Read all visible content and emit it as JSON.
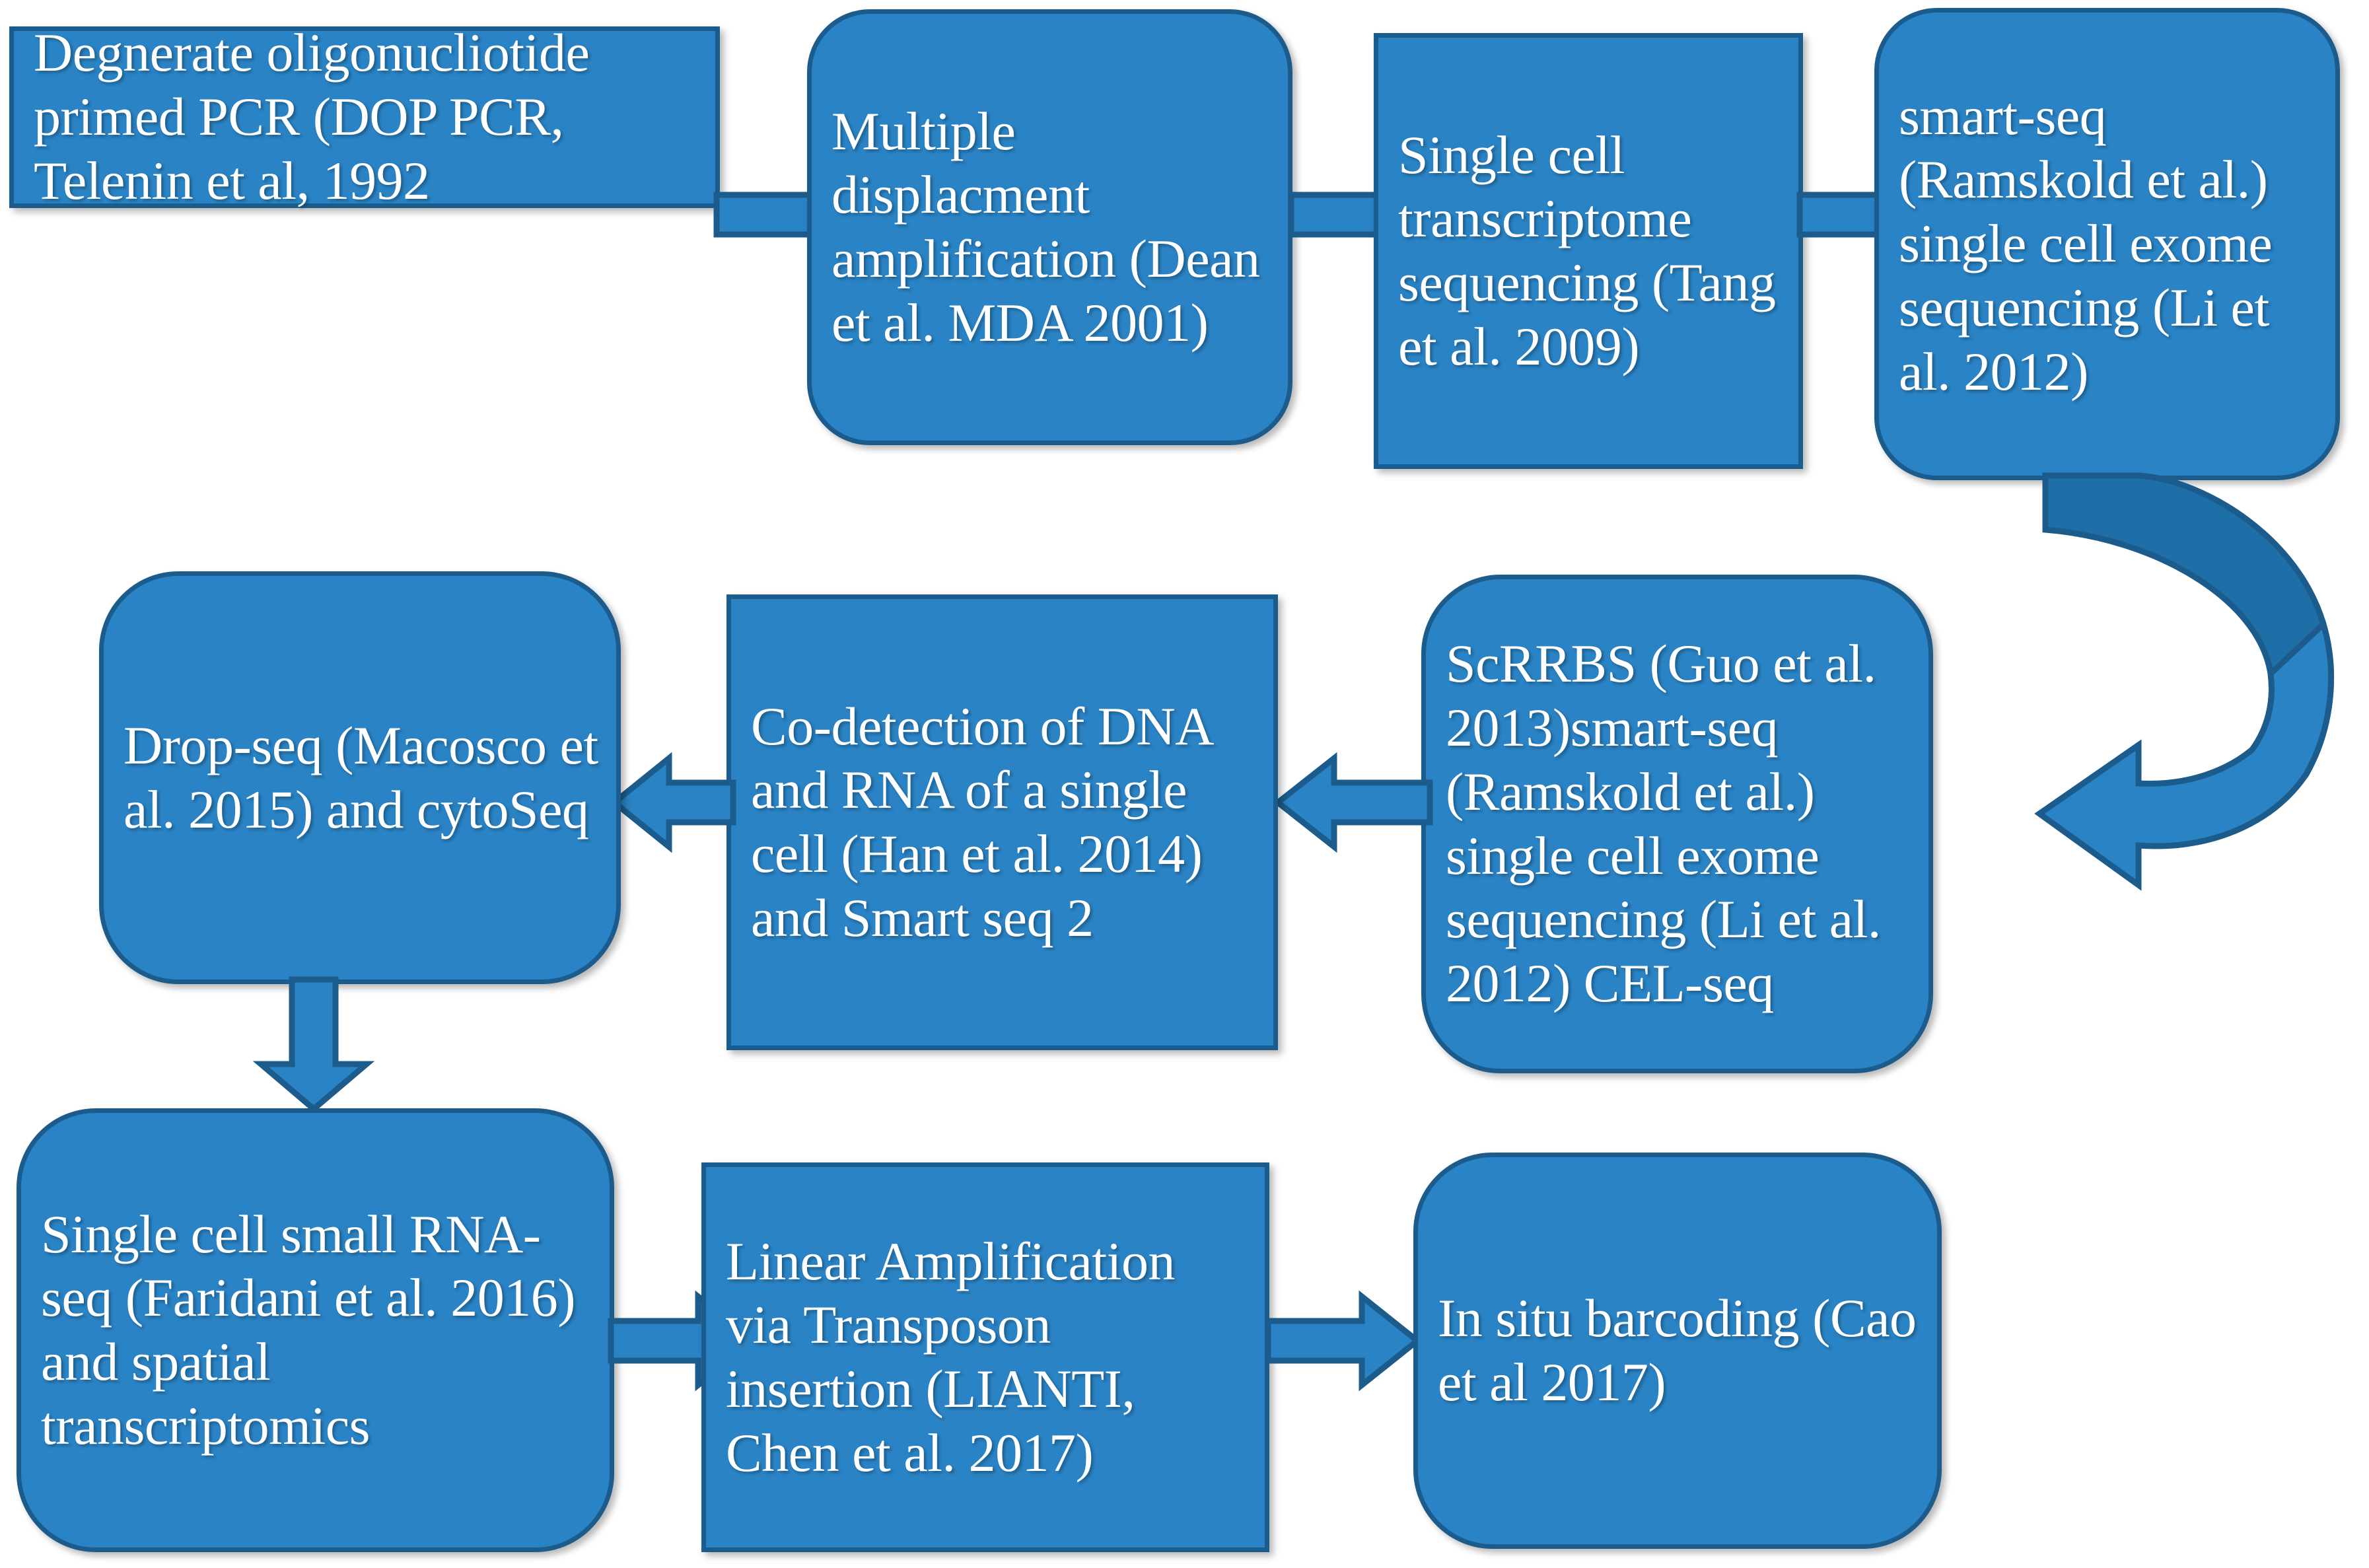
{
  "diagram": {
    "title": "Single cell sequencing methods timeline flowchart",
    "colors": {
      "node_fill": "#2a83c4",
      "node_border": "#1c5c8c",
      "node_text": "#ffffff",
      "arrow_fill": "#2a83c4",
      "arrow_fill_dark": "#1e6fa8",
      "background": "#ffffff"
    },
    "nodes": [
      {
        "id": "dop-pcr",
        "label": "Degnerate oligonucliotide primed PCR (DOP PCR, Telenin et al, 1992",
        "shape": "rectangle"
      },
      {
        "id": "mda",
        "label": "Multiple displacment amplification (Dean et al. MDA 2001)",
        "shape": "rounded-rectangle"
      },
      {
        "id": "sc-transcriptome",
        "label": "Single cell transcriptome sequencing (Tang et al. 2009)",
        "shape": "rectangle"
      },
      {
        "id": "smart-seq",
        "label": "smart-seq (Ramskold et al.) single cell exome sequencing (Li et al. 2012)",
        "shape": "rounded-rectangle"
      },
      {
        "id": "scrrbs",
        "label": "ScRRBS (Guo et al. 2013)smart-seq (Ramskold et al.) single cell exome sequencing (Li et al. 2012) CEL-seq",
        "shape": "rounded-rectangle"
      },
      {
        "id": "co-detection",
        "label": "Co-detection of DNA and RNA of a single cell (Han et al. 2014) and Smart seq 2",
        "shape": "rectangle"
      },
      {
        "id": "drop-seq",
        "label": "Drop-seq (Macosco et al. 2015) and cytoSeq",
        "shape": "rounded-rectangle"
      },
      {
        "id": "sc-small-rna",
        "label": "Single cell small RNA-seq (Faridani et al. 2016) and spatial transcriptomics",
        "shape": "rounded-rectangle"
      },
      {
        "id": "lianti",
        "label": "Linear Amplification via Transposon insertion (LIANTI, Chen et al. 2017)",
        "shape": "rectangle"
      },
      {
        "id": "in-situ-barcoding",
        "label": "In situ barcoding (Cao et al 2017)",
        "shape": "rounded-rectangle"
      }
    ],
    "connections": [
      {
        "id": "a1",
        "from": "dop-pcr",
        "to": "mda",
        "direction": "right"
      },
      {
        "id": "a2",
        "from": "mda",
        "to": "sc-transcriptome",
        "direction": "right"
      },
      {
        "id": "a3",
        "from": "sc-transcriptome",
        "to": "smart-seq",
        "direction": "right"
      },
      {
        "id": "a4",
        "from": "smart-seq",
        "to": "scrrbs",
        "direction": "curved-u-turn-left"
      },
      {
        "id": "a5",
        "from": "scrrbs",
        "to": "co-detection",
        "direction": "left"
      },
      {
        "id": "a6",
        "from": "co-detection",
        "to": "drop-seq",
        "direction": "left"
      },
      {
        "id": "a7",
        "from": "drop-seq",
        "to": "sc-small-rna",
        "direction": "down"
      },
      {
        "id": "a8",
        "from": "sc-small-rna",
        "to": "lianti",
        "direction": "right"
      },
      {
        "id": "a9",
        "from": "lianti",
        "to": "in-situ-barcoding",
        "direction": "right"
      }
    ]
  }
}
